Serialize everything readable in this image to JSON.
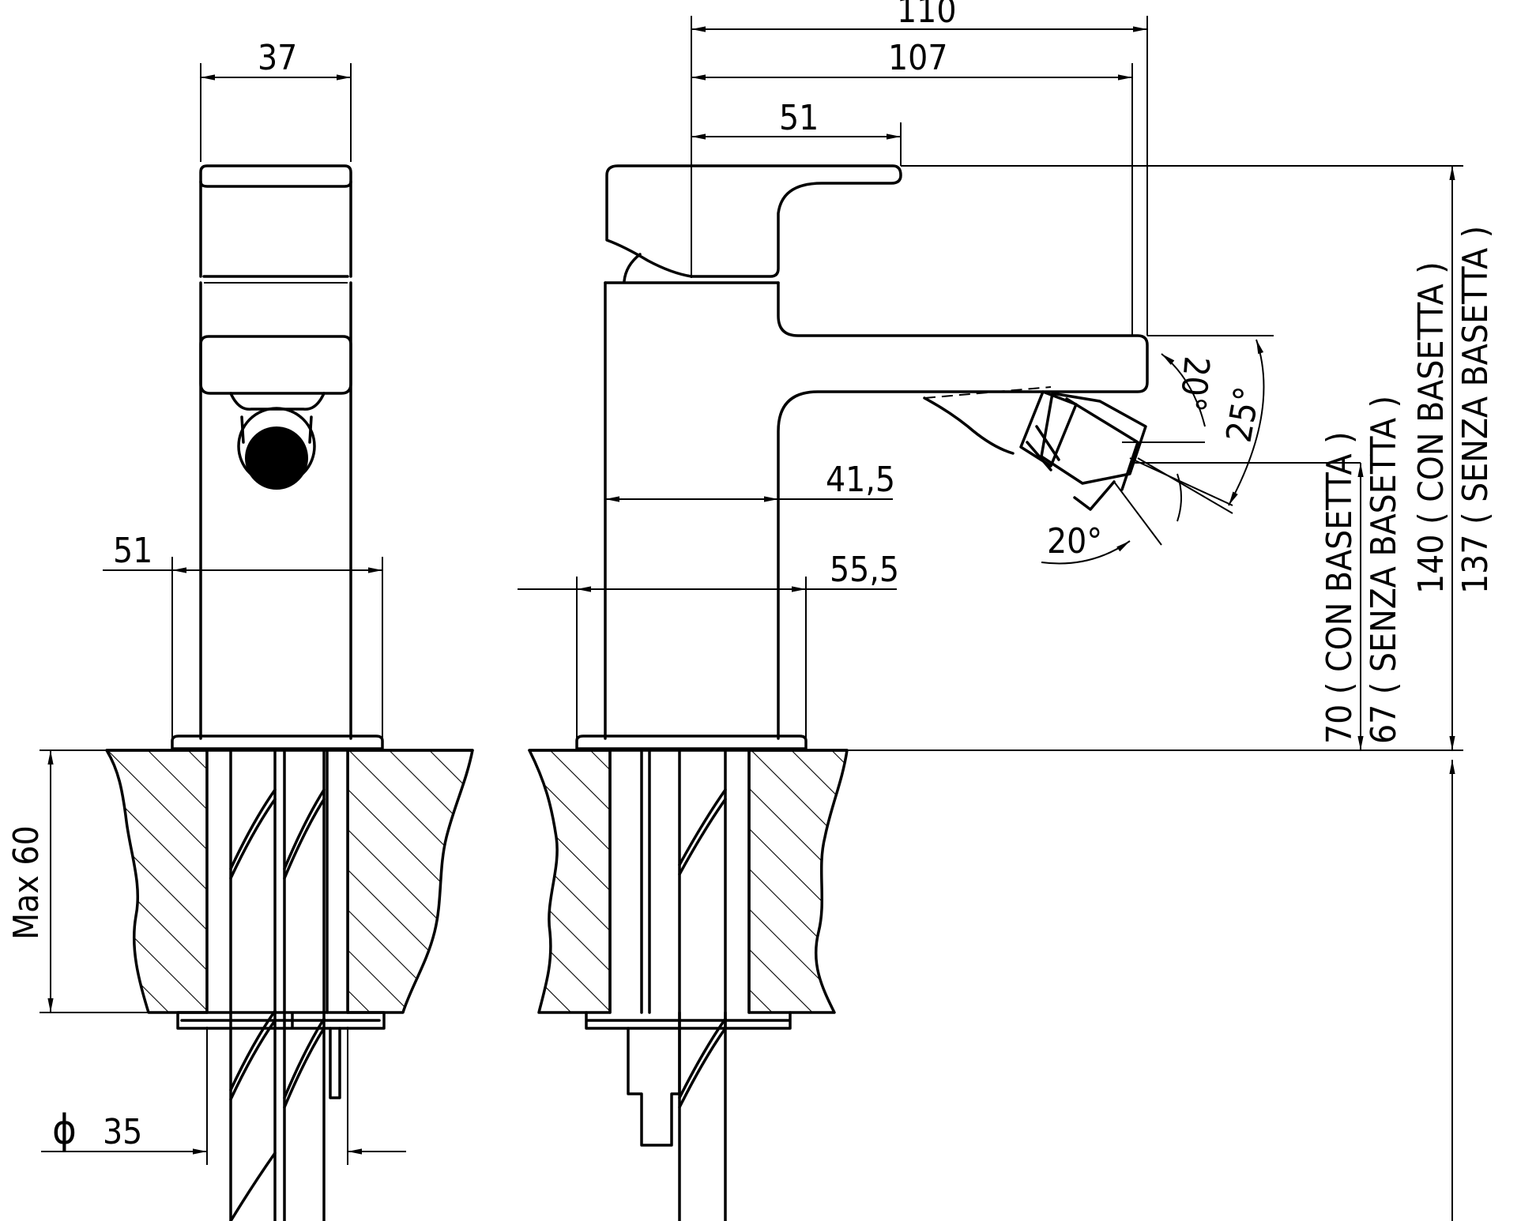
{
  "dimensions": {
    "front_width": "37",
    "front_base": "51",
    "side_total": "110",
    "side_spout": "107",
    "side_lever": "51",
    "side_body": "41,5",
    "side_base": "55,5",
    "angle_top": "20°",
    "angle_mid": "25°",
    "angle_bottom": "20°",
    "height_70": "70  ( CON BASETTA )",
    "height_67": "67  ( SENZA BASETTA )",
    "height_140": "140  ( CON BASETTA )",
    "height_137": "137  ( SENZA BASETTA )",
    "max_depth": "Max  60",
    "pipe_symbol": "ϕ",
    "pipe_diameter": "35"
  },
  "colors": {
    "line": "#000000",
    "background": "#ffffff"
  }
}
